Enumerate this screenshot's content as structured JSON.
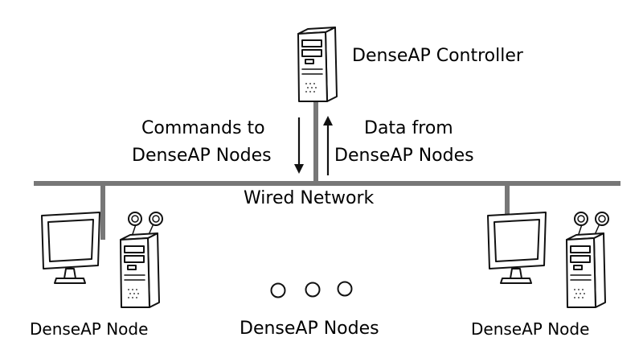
{
  "labels": {
    "controller": "DenseAP Controller",
    "commands_line1": "Commands to",
    "commands_line2": "DenseAP Nodes",
    "data_line1": "Data from",
    "data_line2": "DenseAP Nodes",
    "network": "Wired Network",
    "node_left": "DenseAP Node",
    "nodes_middle": "DenseAP Nodes",
    "node_right": "DenseAP Node"
  },
  "colors": {
    "network_line": "#777777",
    "ink": "#111111",
    "background": "#ffffff"
  },
  "icons": {
    "controller": "server-tower-icon",
    "node": "desktop-computer-with-antennas-icon",
    "ellipsis": "ellipsis-circles-icon"
  }
}
